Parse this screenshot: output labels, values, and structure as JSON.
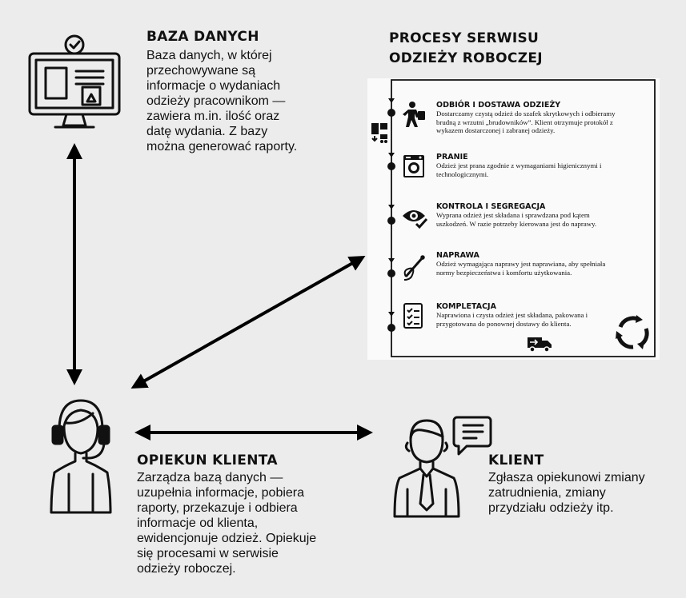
{
  "database": {
    "title": "BAZA DANYCH",
    "lines": [
      "Baza danych, w której",
      "przechowywane są",
      "informacje o wydaniach",
      "odzieży pracownikom —",
      "zawiera m.in. ilość oraz",
      "datę wydania. Z bazy",
      "można generować raporty."
    ]
  },
  "process": {
    "title_lines": [
      "PROCESY SERWISU",
      "ODZIEŻY ROBOCZEJ"
    ],
    "steps": [
      {
        "title": "ODBIÓR I DOSTAWA ODZIEŻY",
        "desc_lines": [
          "Dostarczamy czystą odzież do szafek skrytkowych i odbieramy",
          "brudną z wrzutni „brudowników”. Klient otrzymuje protokół z",
          "wykazem dostarczonej i zabranej odzieży."
        ],
        "icon": "person-carrying-bag-icon"
      },
      {
        "title": "PRANIE",
        "desc_lines": [
          "Odzież jest prana zgodnie z wymaganiami higienicznymi i",
          "technologicznymi."
        ],
        "icon": "washing-machine-icon"
      },
      {
        "title": "KONTROLA I SEGREGACJA",
        "desc_lines": [
          "Wyprana odzież jest składana i sprawdzana pod kątem",
          "uszkodzeń. W razie potrzeby kierowana jest do naprawy."
        ],
        "icon": "eye-check-icon"
      },
      {
        "title": "NAPRAWA",
        "desc_lines": [
          "Odzież wymagająca naprawy jest naprawiana, aby spełniała",
          "normy bezpieczeństwa i komfortu użytkowania."
        ],
        "icon": "needle-thread-icon"
      },
      {
        "title": "KOMPLETACJA",
        "desc_lines": [
          "Naprawiona i czysta odzież jest składana, pakowana i",
          "przygotowana do ponownej dostawy do klienta."
        ],
        "icon": "checklist-icon"
      }
    ]
  },
  "advisor": {
    "title": "OPIEKUN KLIENTA",
    "lines": [
      "Zarządza bazą danych —",
      "uzupełnia informacje, pobiera",
      "raporty, przekazuje i odbiera",
      "informacje od klienta,",
      "ewidencjonuje odzież. Opiekuje",
      "się procesami w serwisie",
      "odzieży roboczej."
    ]
  },
  "client": {
    "title": "KLIENT",
    "lines": [
      "Zgłasza opiekunowi zmiany",
      "zatrudnienia, zmiany",
      "przydziału odzieży itp."
    ]
  },
  "icons": [
    "monitor-database-icon",
    "headset-advisor-icon",
    "businessman-icon",
    "speech-bubble-icon",
    "unloading-icon",
    "delivery-truck-icon",
    "recycle-arrows-icon"
  ]
}
